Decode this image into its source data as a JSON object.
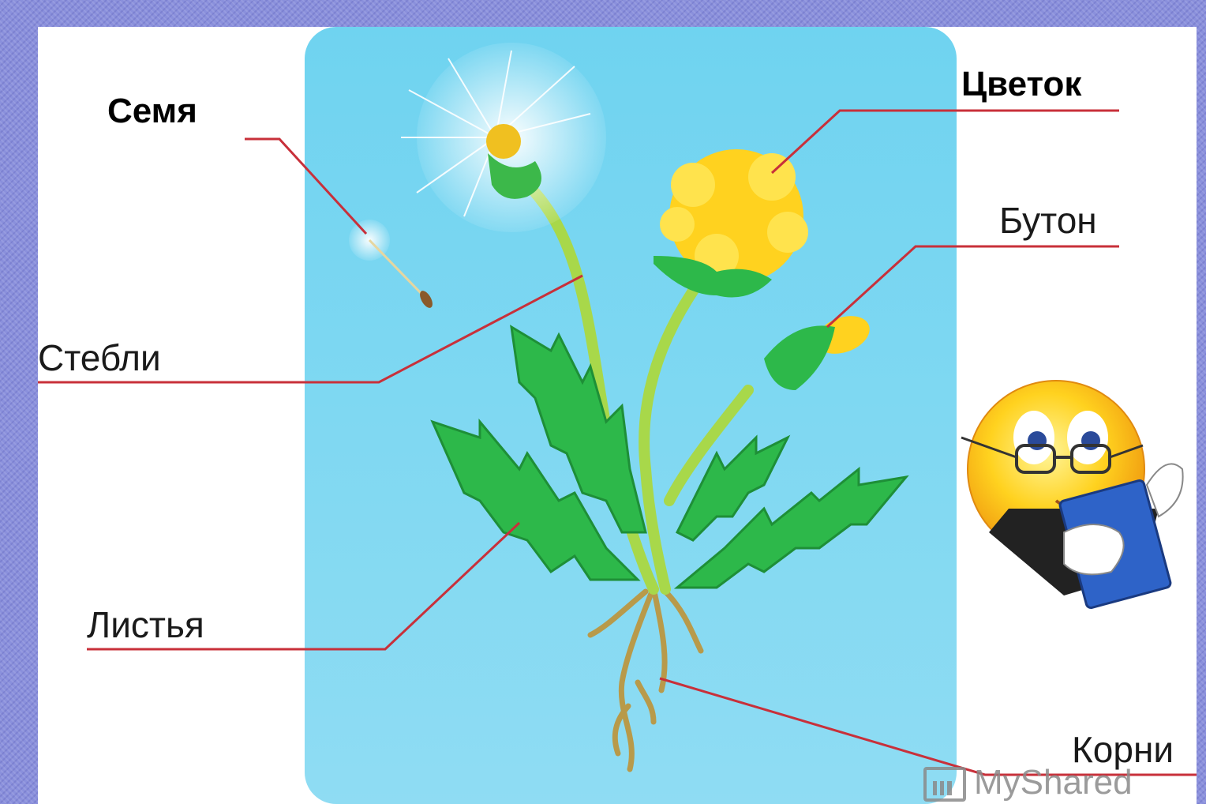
{
  "labels": {
    "seed": "Семя",
    "flower": "Цветок",
    "bud": "Бутон",
    "stems": "Стебли",
    "leaves": "Листья",
    "roots": "Корни"
  },
  "watermark": "MyShared",
  "colors": {
    "frame": "#8a90dc",
    "panel": "#7fd8f2",
    "leader_line": "#c8303a",
    "petals": "#ffd21f",
    "leaf": "#2db84a",
    "stem": "#a8d84a"
  },
  "icons": [
    "dandelion-seed-head-icon",
    "smiley-with-book-icon"
  ]
}
